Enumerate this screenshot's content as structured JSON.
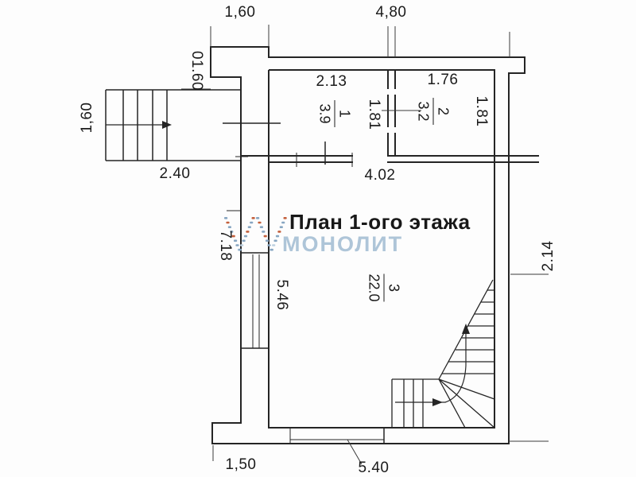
{
  "title": "План 1-ого этажа",
  "watermark": {
    "brand": "МОНОЛИТ",
    "text_color": "#aec5d8",
    "logo_blue": "#87a6c2",
    "logo_orange": "#c4603c",
    "logo_lightblue": "#bdd1e0"
  },
  "rooms": [
    {
      "number": "1",
      "area": "3.9"
    },
    {
      "number": "2",
      "area": "3.2"
    },
    {
      "number": "3",
      "area": "22.0"
    }
  ],
  "dimensions": {
    "top_notch_width": "1,60",
    "top_width": "4,80",
    "notch_height": "01.60",
    "stair_width": "1,60",
    "stair_length": "2.40",
    "room1_width": "2.13",
    "room2_width": "1.76",
    "room1_depth": "1.81",
    "room2_depth": "1.81",
    "inner_width": "4.02",
    "left_wall_outer": "7.18",
    "left_wall_inner": "5.46",
    "right_side": "2.14",
    "bottom_left": "1,50",
    "bottom_width": "5.40"
  }
}
